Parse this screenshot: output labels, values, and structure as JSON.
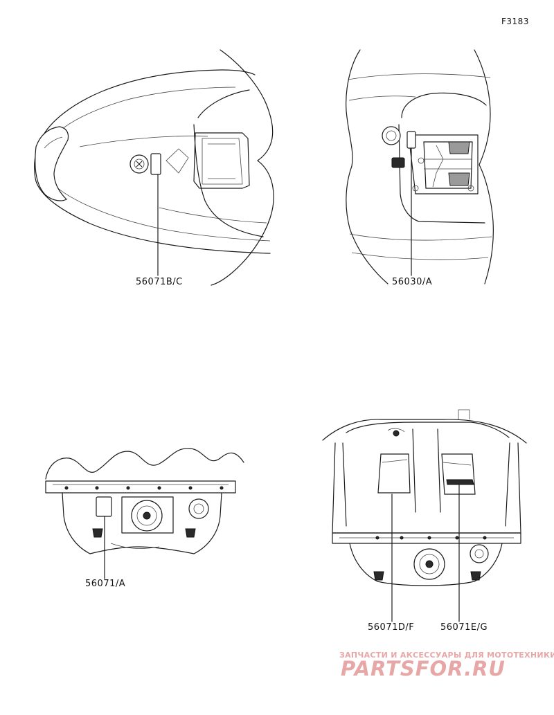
{
  "figure_code": "F3183",
  "parts": [
    {
      "label": "56071B/C"
    },
    {
      "label": "56030/A"
    },
    {
      "label": "56071/A"
    },
    {
      "label": "56071D/F"
    },
    {
      "label": "56071E/G"
    }
  ],
  "watermark": {
    "text": "ЗАПЧАСТИ И АКСЕССУАРЫ ДЛЯ МОТОТЕХНИКИ",
    "logo": "PARTSFOR.RU",
    "color": "#e8a7a7"
  }
}
